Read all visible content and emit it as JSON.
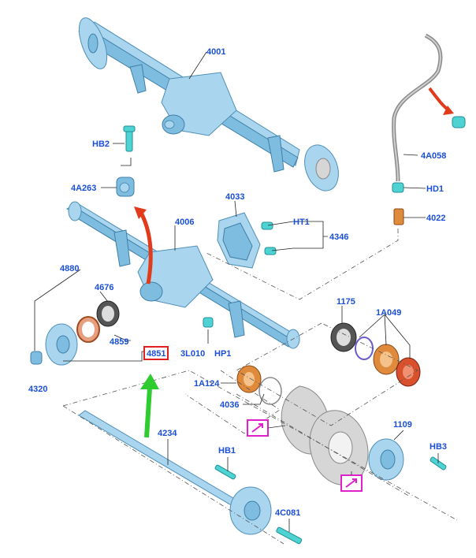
{
  "labels": {
    "l4001": "4001",
    "lHB2": "HB2",
    "l4A263": "4A263",
    "l4033": "4033",
    "l4006": "4006",
    "lHT1": "HT1",
    "l4346": "4346",
    "l4A058": "4A058",
    "lHD1": "HD1",
    "l4022": "4022",
    "l4880": "4880",
    "l4676": "4676",
    "l4859": "4859",
    "l4851": "4851",
    "l3L010": "3L010",
    "lHP1": "HP1",
    "l4320": "4320",
    "l1175": "1175",
    "l1A049": "1A049",
    "l1A124": "1A124",
    "l4036": "4036",
    "l4234": "4234",
    "l1109": "1109",
    "lHB1": "HB1",
    "lHB3": "HB3",
    "l4C081": "4C081"
  },
  "colors": {
    "label_text": "#1a4fd6",
    "highlight_box": "#e02020",
    "green_arrow": "#2ecc2e",
    "red_arrow": "#e23b1c",
    "magenta_box": "#e020c8",
    "part_fill": "#a9d6ee"
  }
}
